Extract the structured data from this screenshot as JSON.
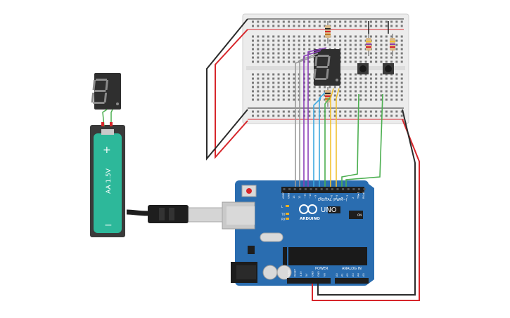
{
  "battery": {
    "label": "AA 1.5V",
    "plus": "+",
    "minus": "−"
  },
  "arduino": {
    "logo": "ARDUINO",
    "model": "UNO",
    "digital_label": "DIGITAL (PWM~)",
    "power_label": "POWER",
    "analog_label": "ANALOG IN",
    "on_label": "ON",
    "tx_label": "TX",
    "rx_label": "RX",
    "l_label": "L",
    "digital_pins": [
      "AREF",
      "GND",
      "13",
      "12",
      "~11",
      "~10",
      "~9",
      "8",
      "7",
      "~6",
      "~5",
      "4",
      "~3",
      "2",
      "TX►1",
      "RX◄0"
    ],
    "power_pins": [
      "IOREF",
      "RESET",
      "3.3V",
      "5V",
      "GND",
      "GND",
      "Vin"
    ],
    "analog_pins": [
      "A0",
      "A1",
      "A2",
      "A3",
      "A4",
      "A5"
    ]
  },
  "colors": {
    "board_blue": "#2a6db0",
    "breadboard": "#ececec",
    "wire_red": "#d7262b",
    "wire_black": "#2b2b2b",
    "wire_purple": "#8a3fb8",
    "wire_blue": "#3da9e0",
    "wire_green": "#4caf50",
    "wire_yellow": "#f2c230",
    "wire_gray": "#9a9a9a",
    "display_body": "#2f2f2f",
    "segment_off": "#8a8a8a",
    "battery_green": "#2db89a"
  }
}
